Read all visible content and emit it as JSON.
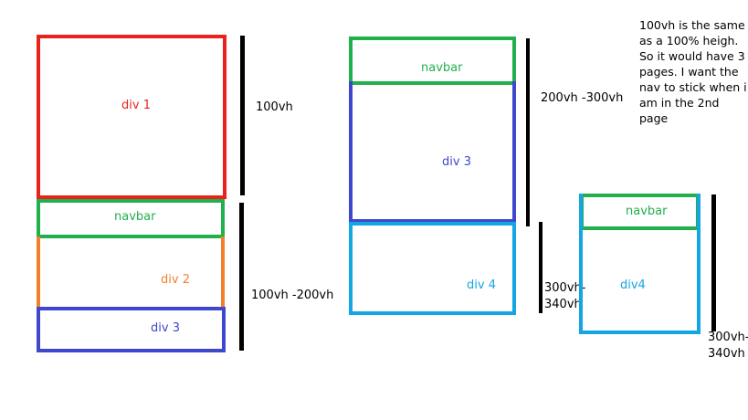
{
  "colors": {
    "red": "#e8231d",
    "green": "#21b04c",
    "orange": "#f47f2b",
    "blue": "#3f48cc",
    "cyan": "#14a6e2",
    "black": "#000000"
  },
  "diagram": {
    "left_group": {
      "div1": "div 1",
      "navbar": "navbar",
      "div2": "div 2",
      "div3": "div 3",
      "range1": "100vh",
      "range2": "100vh -200vh"
    },
    "middle_group": {
      "navbar": "navbar",
      "div3": "div 3",
      "div4": "div 4",
      "range1": "200vh -300vh",
      "range2_line1": "300vh-",
      "range2_line2": "340vh"
    },
    "right_group": {
      "navbar": "navbar",
      "div4": "div4",
      "range_line1": "300vh-",
      "range_line2": "340vh"
    },
    "note": "100vh is the same\nas a 100% heigh.\nSo it would have 3\npages. I want the\nnav to stick when i\nam in the 2nd page"
  }
}
